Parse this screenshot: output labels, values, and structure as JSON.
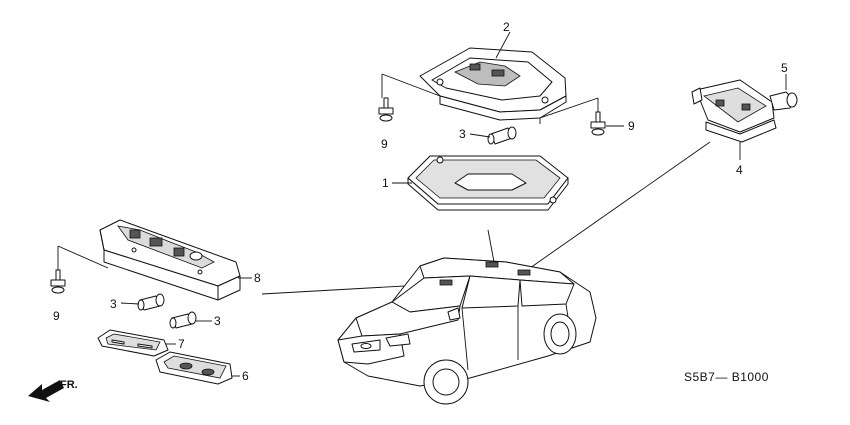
{
  "diagram": {
    "diagram_code": "S5B7— B1000",
    "direction_label": "FR.",
    "callouts": {
      "c1": "1",
      "c2": "2",
      "c3a": "3",
      "c3b": "3",
      "c3c": "3",
      "c4": "4",
      "c5": "5",
      "c6": "6",
      "c7": "7",
      "c8": "8",
      "c9a": "9",
      "c9b": "9",
      "c9c": "9"
    }
  }
}
